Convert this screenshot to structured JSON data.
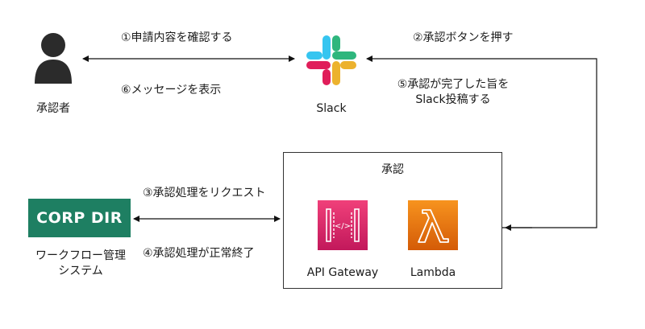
{
  "actors": {
    "approver": {
      "label": "承認者"
    },
    "slack": {
      "label": "Slack"
    },
    "workflow": {
      "logo_text": "CORP DIR",
      "label_line1": "ワークフロー管理",
      "label_line2": "システム"
    },
    "approval_group": {
      "label": "承認"
    },
    "api_gateway": {
      "label": "API Gateway"
    },
    "lambda": {
      "label": "Lambda"
    }
  },
  "steps": {
    "step1": "①申請内容を確認する",
    "step2": "②承認ボタンを押す",
    "step3": "③承認処理をリクエスト",
    "step4": "④承認処理が正常終了",
    "step5_line1": "⑤承認が完了した旨を",
    "step5_line2": "Slack投稿する",
    "step6": "⑥メッセージを表示"
  },
  "colors": {
    "corp_green": "#1e7f62",
    "api_gateway_top": "#f0407a",
    "api_gateway_bottom": "#c2185b",
    "lambda_top": "#f7931e",
    "lambda_bottom": "#d45b07",
    "slack_blue": "#36c5f0",
    "slack_green": "#2eb67d",
    "slack_yellow": "#ecb22e",
    "slack_red": "#e01e5a"
  },
  "icons": {
    "approver": "user-icon",
    "slack": "slack-logo-icon",
    "api_gateway": "api-gateway-icon",
    "lambda": "lambda-icon"
  }
}
